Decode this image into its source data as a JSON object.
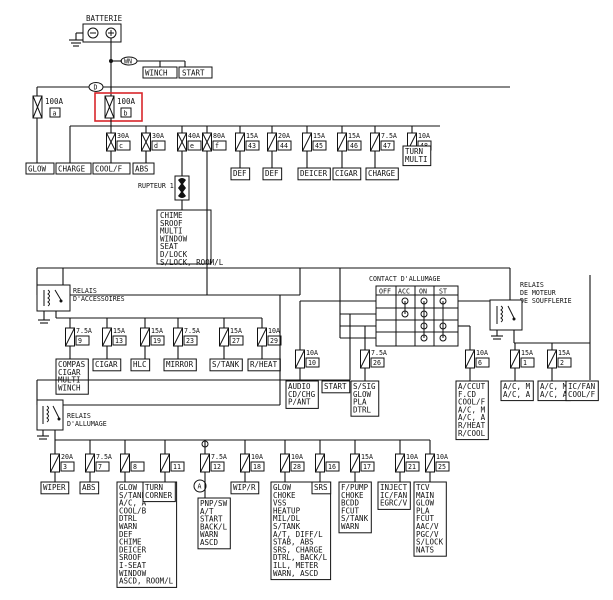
{
  "diagram": {
    "highlight_color": "#d9262b",
    "battery": "BATTERIE",
    "wn": "WN",
    "d": "D",
    "winch": "WINCH",
    "start": "START",
    "main_fuses": [
      {
        "amp": "100A",
        "code": "a"
      },
      {
        "amp": "100A",
        "code": "b"
      }
    ],
    "loads_top": [
      "GLOW",
      "CHARGE",
      "COOL/F",
      "ABS"
    ],
    "fusible_links": [
      {
        "amp": "30A",
        "code": "c"
      },
      {
        "amp": "30A",
        "code": "d"
      },
      {
        "amp": "40A",
        "code": "e"
      },
      {
        "amp": "80A",
        "code": "f"
      }
    ],
    "fuses_top": [
      {
        "amp": "15A",
        "code": "43",
        "load": "DEF"
      },
      {
        "amp": "20A",
        "code": "44",
        "load": "DEF"
      },
      {
        "amp": "15A",
        "code": "45",
        "load": "DEICER"
      },
      {
        "amp": "15A",
        "code": "46",
        "load": "CIGAR"
      },
      {
        "amp": "7.5A",
        "code": "47",
        "load": "CHARGE"
      },
      {
        "amp": "10A",
        "code": "48",
        "load": "TURN\nMULTI"
      }
    ],
    "rupteur": "RUPTEUR 1",
    "chime_list": "CHIME\nSROOF\nMULTI\nWINDOW\nSEAT\nD/LOCK\nS/LOCK, ROOM/L",
    "contact_title": "CONTACT D'ALLUMAGE",
    "ign_cols": [
      "OFF",
      "ACC",
      "ON",
      "ST"
    ],
    "relay_acc": "RELAIS\nD'ACCESSOIRES",
    "relay_blower": "RELAIS\nDE MOTEUR\nDE SOUFFLERIE",
    "relay_ign": "RELAIS\nD'ALLUMAGE",
    "acc_fuses": [
      {
        "amp": "7.5A",
        "code": "9",
        "load": "COMPAS\nCIGAR\nMULTI\nWINCH"
      },
      {
        "amp": "15A",
        "code": "13",
        "load": "CIGAR"
      },
      {
        "amp": "15A",
        "code": "19",
        "load": "HLC"
      },
      {
        "amp": "7.5A",
        "code": "23",
        "load": "MIRROR"
      },
      {
        "amp": "15A",
        "code": "27",
        "load": "S/TANK"
      },
      {
        "amp": "10A",
        "code": "29",
        "load": "R/HEAT"
      }
    ],
    "ign_switch_fuses": [
      {
        "amp": "10A",
        "code": "10",
        "load": "AUDIO\nCD/CHG\nP/ANT"
      },
      {
        "amp": "",
        "code": "",
        "load": "START"
      },
      {
        "amp": "7.5A",
        "code": "26",
        "load": "S/SIG\nGLOW\nPLA\nDTRL"
      },
      {
        "amp": "10A",
        "code": "6",
        "load": "A/CCUT\nF.CD\nCOOL/F\nA/C, M\nA/C, A\nR/HEAT\nR/COOL"
      }
    ],
    "blower_fuses": [
      {
        "amp": "15A",
        "code": "1",
        "load": "A/C, M\nA/C, A"
      },
      {
        "amp": "15A",
        "code": "2",
        "load": "A/C, M\nA/C, A"
      },
      {
        "amp": "",
        "code": "",
        "load": "IC/FAN\nCOOL/F"
      }
    ],
    "ign_fuses": [
      {
        "amp": "20A",
        "code": "3",
        "load": "WIPER"
      },
      {
        "amp": "7.5A",
        "code": "7",
        "load": "ABS"
      },
      {
        "amp": "",
        "code": "8",
        "load": "GLOW\nS/TANK\nA/C, A\nCOOL/B\nDTRL\nWARN\nDEF\nCHIME\nDEICER\nSROOF\nI-SEAT\nWINDOW\nASCD, ROOM/L"
      },
      {
        "amp": "",
        "code": "11",
        "load": "TURN\nCORNER"
      },
      {
        "amp": "7.5A",
        "code": "12",
        "load": "PNP/SW\nA/T\nSTART\nBACK/L\nWARN\nASCD"
      },
      {
        "amp": "10A",
        "code": "18",
        "load": "WIP/R"
      },
      {
        "amp": "10A",
        "code": "28",
        "load": "GLOW\nCHOKE\nVSS\nHEATUP\nMIL/DL\nS/TANK\nA/T, DIFF/L\nSTAB, ABS\nSRS, CHARGE\nDTRL, BACK/L\nILL, METER\nWARN, ASCD"
      },
      {
        "amp": "",
        "code": "16",
        "load": "SRS"
      },
      {
        "amp": "15A",
        "code": "17",
        "load": "F/PUMP\nCHOKE\nBCDD\nFCUT\nS/TANK\nWARN"
      },
      {
        "amp": "10A",
        "code": "21",
        "load": "INJECT\nIC/FAN\nEGRC/V"
      },
      {
        "amp": "10A",
        "code": "25",
        "load": "TCV\nMAIN\nGLOW\nPLA\nFCUT\nAAC/V\nPGC/V\nS/LOCK\nNATS"
      }
    ],
    "a_marker": "A"
  }
}
